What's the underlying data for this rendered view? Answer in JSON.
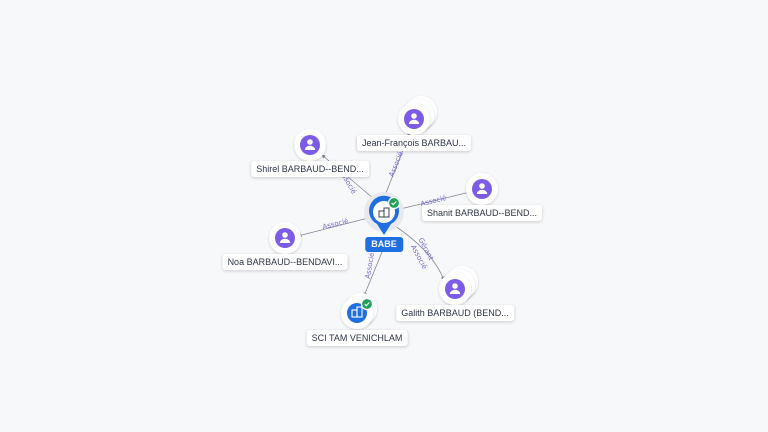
{
  "colors": {
    "person": "#7c5ce6",
    "company": "#1f6fe0",
    "edge": "#7f8896",
    "edge_label": "#7a68d8",
    "check": "#21a05a"
  },
  "center": {
    "label": "BABE",
    "icon": "building-icon",
    "verified": true
  },
  "nodes": [
    {
      "id": "jean",
      "label": "Jean-François BARBAU...",
      "type": "person",
      "icon": "person-icon"
    },
    {
      "id": "shirel",
      "label": "Shirel BARBAUD--BEND...",
      "type": "person",
      "icon": "person-icon"
    },
    {
      "id": "shanit",
      "label": "Shanit BARBAUD--BEND...",
      "type": "person",
      "icon": "person-icon"
    },
    {
      "id": "noa",
      "label": "Noa BARBAUD--BENDAVI...",
      "type": "person",
      "icon": "person-icon"
    },
    {
      "id": "galith",
      "label": "Galith BARBAUD (BEND...",
      "type": "person",
      "icon": "person-icon"
    },
    {
      "id": "sci",
      "label": "SCI TAM VENICHLAM",
      "type": "company",
      "icon": "building-icon",
      "verified": true
    }
  ],
  "edges": [
    {
      "to": "jean",
      "labels": [
        "Associé"
      ]
    },
    {
      "to": "shirel",
      "labels": [
        "Associé"
      ]
    },
    {
      "to": "shanit",
      "labels": [
        "Associé"
      ]
    },
    {
      "to": "noa",
      "labels": [
        "Associé"
      ]
    },
    {
      "to": "galith",
      "labels": [
        "Gérant",
        "Associé"
      ]
    },
    {
      "to": "sci",
      "labels": [
        "Associé"
      ]
    }
  ]
}
